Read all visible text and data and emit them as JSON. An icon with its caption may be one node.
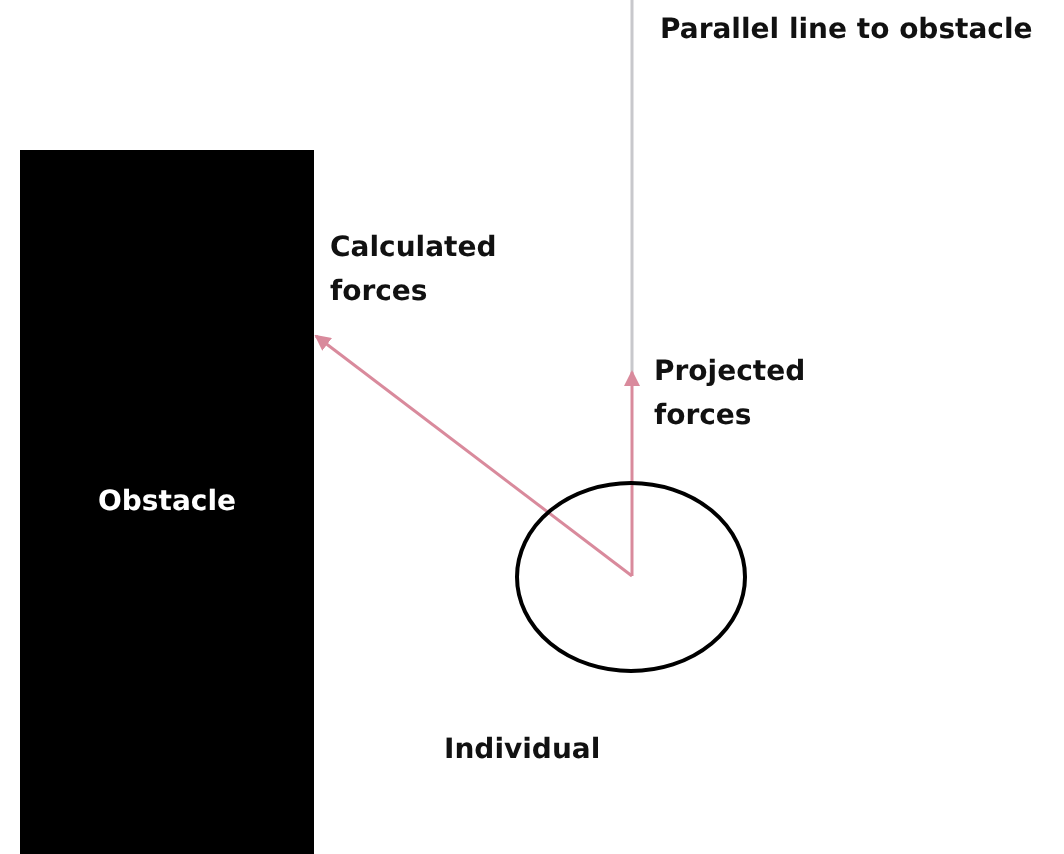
{
  "diagram": {
    "nodes": [
      {
        "text": [
          "Obstacle"
        ]
      },
      {
        "text": [],
        "shape": "circle",
        "beside": [
          "Individual"
        ]
      }
    ],
    "labels": [
      "Parallel line to obstacle",
      "Calculated forces",
      "Projected forces"
    ]
  }
}
